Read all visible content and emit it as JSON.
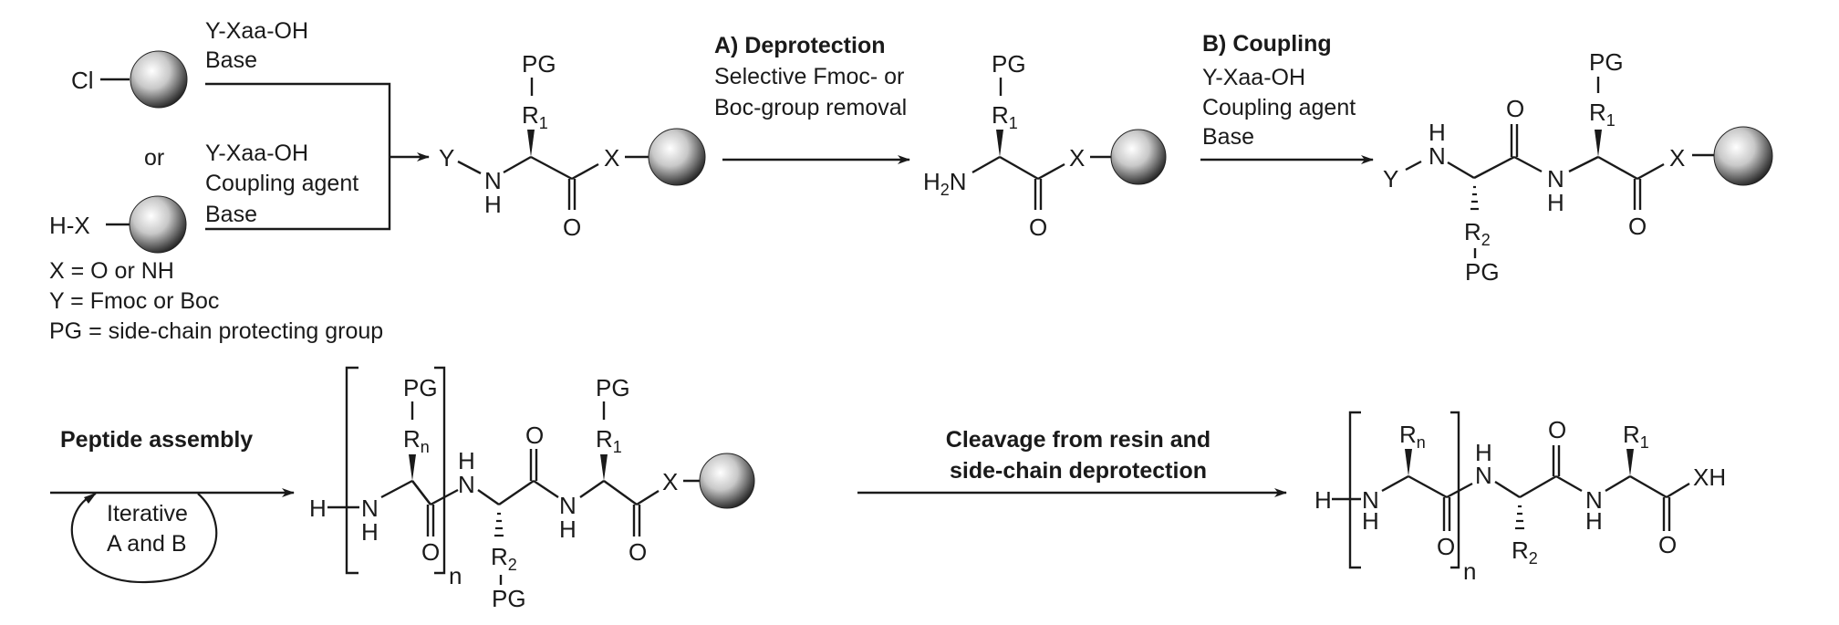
{
  "diagram": {
    "title": "Solid-phase peptide synthesis scheme",
    "loading": {
      "resin_chloride_label": "Cl",
      "or_label": "or",
      "resin_hx_label": "H-X",
      "route1_conditions": [
        "Y-Xaa-OH",
        "Base"
      ],
      "route2_conditions": [
        "Y-Xaa-OH",
        "Coupling agent",
        "Base"
      ],
      "legend": [
        "X = O or NH",
        "Y = Fmoc or Boc",
        "PG = side-chain protecting group"
      ]
    },
    "step_a": {
      "title": "A) Deprotection",
      "conditions": [
        "Selective Fmoc- or",
        "Boc-group removal"
      ]
    },
    "step_b": {
      "title": "B) Coupling",
      "conditions": [
        "Y-Xaa-OH",
        "Coupling agent",
        "Base"
      ]
    },
    "assembly": {
      "title": "Peptide assembly",
      "cycle_label": [
        "Iterative",
        "A and B"
      ]
    },
    "cleavage": {
      "title": [
        "Cleavage from resin and",
        "side-chain deprotection"
      ]
    },
    "atoms": {
      "Y": "Y",
      "N": "N",
      "H": "H",
      "O": "O",
      "X": "X",
      "PG": "PG",
      "R": "R",
      "sub1": "1",
      "sub2": "2",
      "subn": "n",
      "H2N_H": "H",
      "H2N_sub": "2",
      "H2N_N": "N",
      "XH": "XH",
      "n": "n"
    },
    "colors": {
      "ink": "#1a1a1a",
      "resin_light": "#ffffff",
      "resin_dark": "#2a2a2a"
    }
  }
}
